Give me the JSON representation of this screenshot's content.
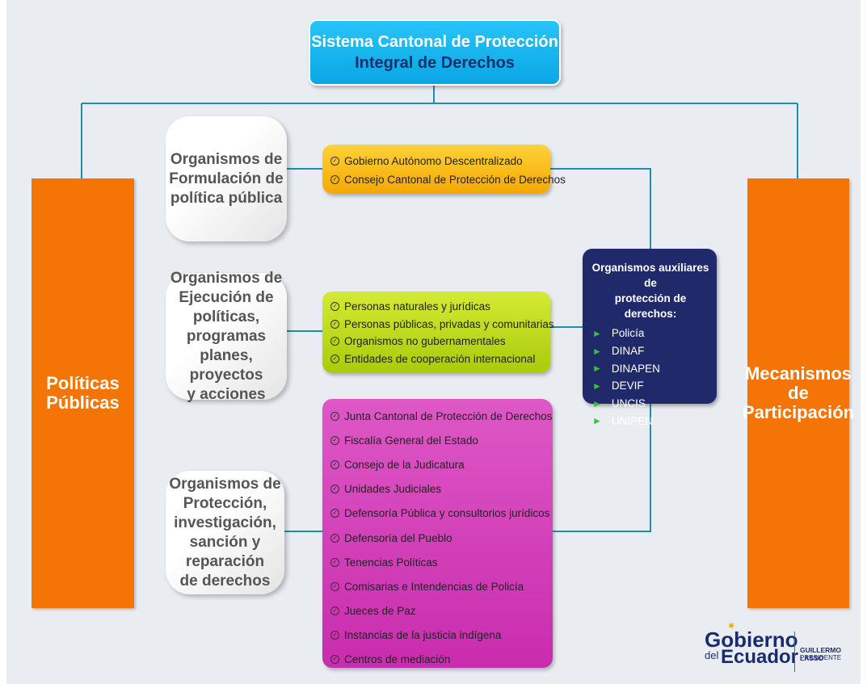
{
  "title": {
    "line1": "Sistema Cantonal de Protección",
    "line2": "Integral de Derechos"
  },
  "left_column": {
    "line1": "Políticas",
    "line2": "Públicas"
  },
  "right_column": {
    "line1": "Mecanismos",
    "line2": "de",
    "line3": "Participación"
  },
  "organisms": [
    {
      "lines": [
        "Organismos de",
        "Formulación de",
        "política pública"
      ]
    },
    {
      "lines": [
        "Organismos de",
        "Ejecución de",
        "políticas, programas",
        "planes, proyectos",
        "y acciones"
      ]
    },
    {
      "lines": [
        "Organismos de",
        "Protección,",
        "investigación,",
        "sanción y reparación",
        "de derechos"
      ]
    }
  ],
  "formulation_list": [
    "Gobierno Autónomo Descentralizado",
    "Consejo Cantonal de Protección de Derechos"
  ],
  "execution_list": [
    "Personas naturales y jurídicas",
    "Personas públicas, privadas y comunitarias",
    "Organismos no gubernamentales",
    "Entidades de cooperación internacional"
  ],
  "protection_list": [
    "Junta Cantonal de Protección de Derechos",
    "Fiscalía General del Estado",
    "Consejo de la Judicatura",
    "Unidades Judiciales",
    "Defensoría Pública y consultorios jurídicos",
    "Defensoría del Pueblo",
    "Tenencias Políticas",
    "Comisarias e Intendencias de Policía",
    "Jueces de Paz",
    "Instancias de la justicia indígena",
    "Centros de mediación"
  ],
  "auxiliary": {
    "heading_line1": "Organismos auxiliares de",
    "heading_line2": "protección de derechos:",
    "items": [
      "Policía",
      "DINAF",
      "DINAPEN",
      "DEVIF",
      "UNCIS",
      "UNIPEN"
    ]
  },
  "logo": {
    "word1": "Gobierno",
    "word2a": "del",
    "word2b": "Ecuador",
    "name": "GUILLERMO LASSO",
    "role": "PRESIDENTE"
  },
  "colors": {
    "line": "#1e8fa8",
    "orange": "#f47506",
    "title": "#10b0ee",
    "navy": "#202a6b",
    "yellow": "#fcc420",
    "lime": "#bfdc1d",
    "magenta": "#d43fba"
  }
}
